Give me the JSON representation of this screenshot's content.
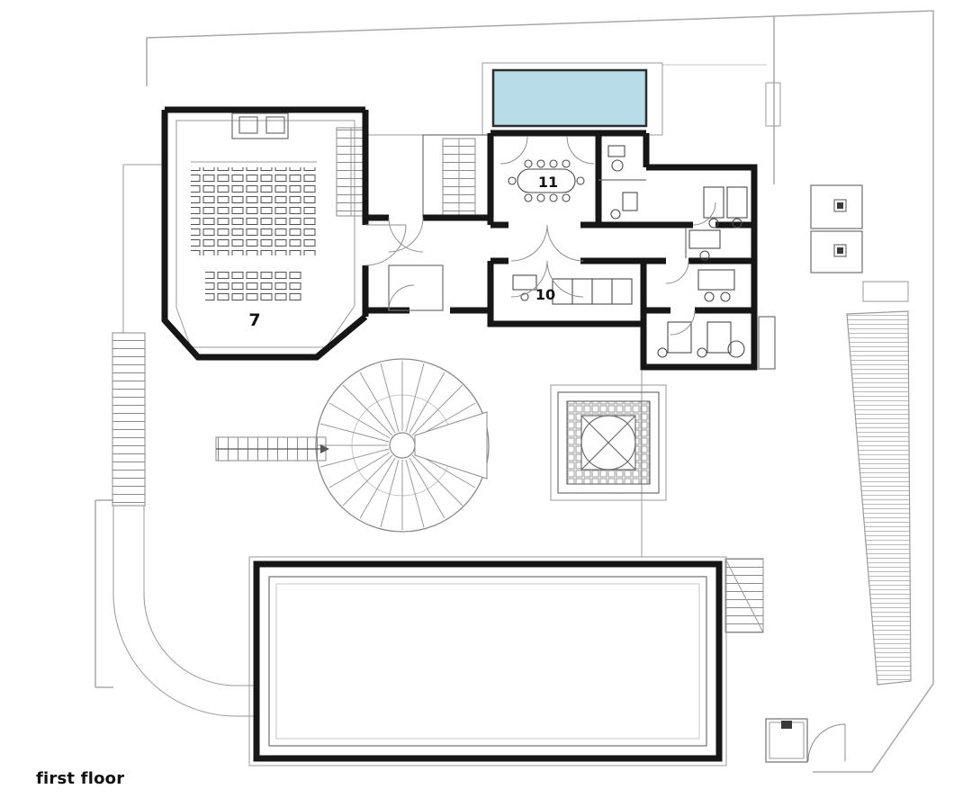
{
  "caption": "first floor",
  "rooms": {
    "auditorium": "7",
    "workroom": "10",
    "meeting_room": "11"
  },
  "colors": {
    "pool": "#b8dce8",
    "wall": "#161616"
  }
}
